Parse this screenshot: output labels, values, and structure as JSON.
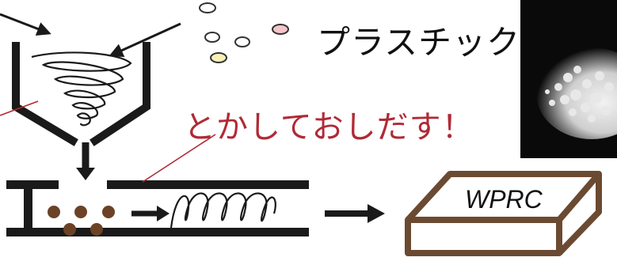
{
  "labels": {
    "plastic": "プラスチック",
    "melt_extrude": "とかしておしだす！",
    "product": "WPRC"
  },
  "colors": {
    "line": "#1a1a1a",
    "annotation": "#b02a35",
    "pellet_brown": "#6b4226",
    "box_brown": "#6b4a32"
  },
  "icons": {
    "photo": "plastic-pellets-photo"
  }
}
